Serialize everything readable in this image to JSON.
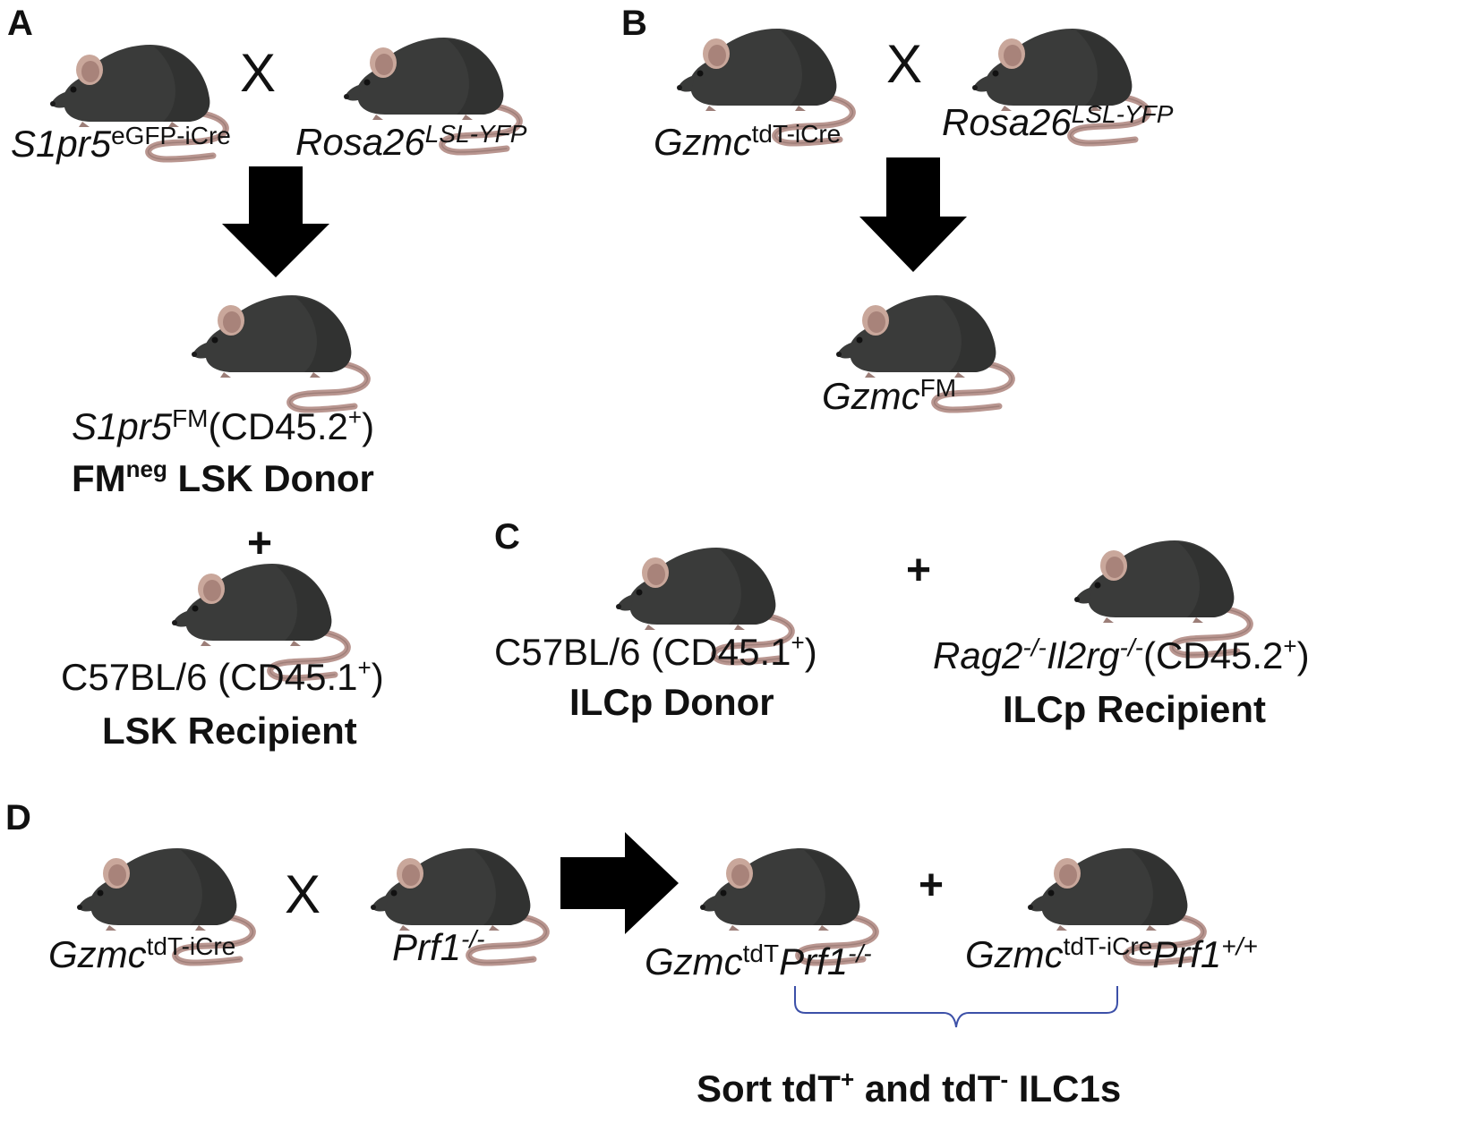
{
  "panels": {
    "a": "A",
    "b": "B",
    "c": "C",
    "d": "D"
  },
  "symbols": {
    "cross": "X",
    "plus": "+"
  },
  "panel_a": {
    "parent1": {
      "gene": "S1pr5",
      "allele": "eGFP-iCre"
    },
    "parent2": {
      "gene": "Rosa26",
      "allele": "LSL-YFP"
    },
    "donor": {
      "gene": "S1pr5",
      "allele": "FM",
      "marker": "(CD45.2",
      "marker_sup": "+",
      "marker_close": ")",
      "role_main": "FM",
      "role_sup": "neg",
      "role_rest": " LSK Donor"
    },
    "recipient": {
      "strain": "C57BL/6 (CD45.1",
      "sup": "+",
      "close": ")",
      "role": "LSK Recipient"
    }
  },
  "panel_b": {
    "parent1": {
      "gene": "Gzmc",
      "allele": "tdT-iCre"
    },
    "parent2": {
      "gene": "Rosa26",
      "allele": "LSL-YFP"
    },
    "offspring": {
      "gene": "Gzmc",
      "allele": "FM"
    }
  },
  "panel_c": {
    "donor": {
      "strain": "C57BL/6 (CD45.1",
      "sup": "+",
      "close": ")",
      "role": "ILCp Donor"
    },
    "recipient": {
      "gene1": "Rag2",
      "sup1": "-/-",
      "gene2": "Il2rg",
      "sup2": "-/-",
      "marker": "(CD45.2",
      "marker_sup": "+",
      "marker_close": ")",
      "role": "ILCp Recipient"
    }
  },
  "panel_d": {
    "parent1": {
      "gene": "Gzmc",
      "allele": "tdT-iCre"
    },
    "parent2": {
      "gene": "Prf1",
      "allele": "-/-"
    },
    "offspring1": {
      "gene": "Gzmc",
      "allele": "tdT",
      "gene2": "Prf1",
      "allele2": "-/-"
    },
    "offspring2": {
      "gene": "Gzmc",
      "allele": "tdT-iCre",
      "gene2": "Prf1",
      "allele2": "+/+"
    },
    "sort": {
      "t1": "Sort tdT",
      "s1": "+",
      "t2": " and tdT",
      "s2": "-",
      "t3": " ILC1s"
    }
  },
  "colors": {
    "mouse_body": "#3a3b3a",
    "mouse_shade": "#2a2a2a",
    "mouse_ear": "#c9a79b",
    "mouse_tail": "#b99690",
    "brace": "#3c50a8",
    "arrow": "#000000"
  }
}
